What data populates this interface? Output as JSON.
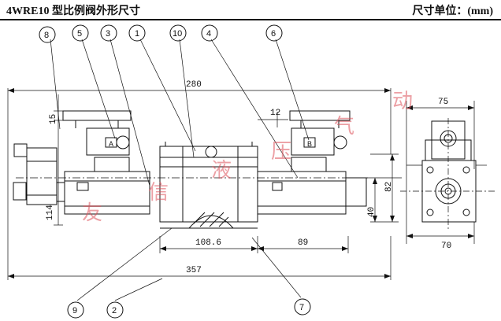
{
  "header": {
    "title": "4WRE10 型比例阀外形尺寸",
    "unit": "尺寸单位：(mm)"
  },
  "dimensions": {
    "d280": "280",
    "d357": "357",
    "d108_6": "108.6",
    "d89": "89",
    "d12": "12",
    "d15": "15",
    "d114": "114",
    "d40": "40",
    "d82": "82",
    "d75": "75",
    "d70": "70"
  },
  "balloons": {
    "b1": "1",
    "b2": "2",
    "b3": "3",
    "b4": "4",
    "b5": "5",
    "b6": "6",
    "b7": "7",
    "b8": "8",
    "b9": "9",
    "b10": "10"
  },
  "solenoid_labels": {
    "a": "A",
    "b": "B"
  },
  "watermark": [
    "友",
    "信",
    "液",
    "压",
    "气",
    "动"
  ],
  "colors": {
    "line": "#111111",
    "watermark": "#dc505a"
  }
}
